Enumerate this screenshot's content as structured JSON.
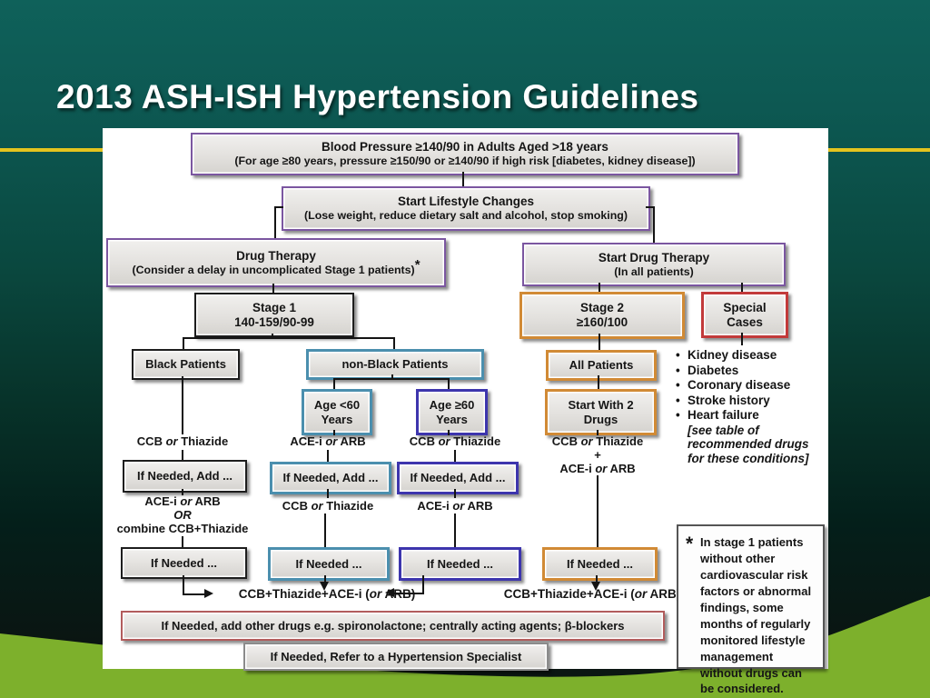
{
  "title": "2013 ASH-ISH Hypertension Guidelines",
  "boxes": {
    "bp": {
      "l1": "Blood Pressure ≥140/90 in Adults Aged >18 years",
      "l2": "(For age ≥80 years, pressure ≥150/90 or ≥140/90 if high risk [diabetes, kidney disease])"
    },
    "lifestyle": {
      "l1": "Start Lifestyle Changes",
      "l2": "(Lose weight, reduce dietary salt and alcohol, stop smoking)"
    },
    "drug_therapy": {
      "l1": "Drug Therapy",
      "l2": "(Consider a delay in uncomplicated Stage 1 patients)",
      "sup": "*"
    },
    "start_drug": {
      "l1": "Start Drug Therapy",
      "l2": "(In all patients)"
    },
    "stage1": {
      "l1": "Stage 1",
      "l2": "140-159/90-99"
    },
    "stage2": {
      "l1": "Stage 2",
      "l2": "≥160/100"
    },
    "special": {
      "l1": "Special",
      "l2": "Cases"
    },
    "black": "Black Patients",
    "nonblack": "non-Black Patients",
    "all": "All Patients",
    "age_lt": {
      "l1": "Age <60",
      "l2": "Years"
    },
    "age_ge": {
      "l1": "Age ≥60",
      "l2": "Years"
    },
    "two_drugs": {
      "l1": "Start With 2",
      "l2": "Drugs"
    },
    "if_add": "If Needed, Add ...",
    "if_needed": "If Needed ...",
    "other": "If Needed, add other drugs e.g. spironolactone; centrally acting agents; β-blockers",
    "refer": "If Needed, Refer to a Hypertension Specialist"
  },
  "texts": {
    "ccb_thiazide": {
      "a": "CCB ",
      "or": "or",
      "b": " Thiazide"
    },
    "acei_arb": {
      "a": "ACE-i ",
      "or": "or",
      "b": " ARB"
    },
    "plus": "+",
    "or_caps": "OR",
    "combine": "combine CCB+Thiazide",
    "triple": {
      "a": "CCB+Thiazide+ACE-i (",
      "or": "or",
      "b": " ARB)"
    }
  },
  "bullets": {
    "items": [
      "Kidney disease",
      "Diabetes",
      "Coronary disease",
      "Stroke history",
      "Heart failure"
    ],
    "note": "[see table of recommended drugs for these conditions]"
  },
  "footnote": {
    "star": "*",
    "text": "In stage 1 patients without other cardiovascular risk factors or abnormal findings, some months of regularly monitored lifestyle management without drugs can be considered."
  }
}
